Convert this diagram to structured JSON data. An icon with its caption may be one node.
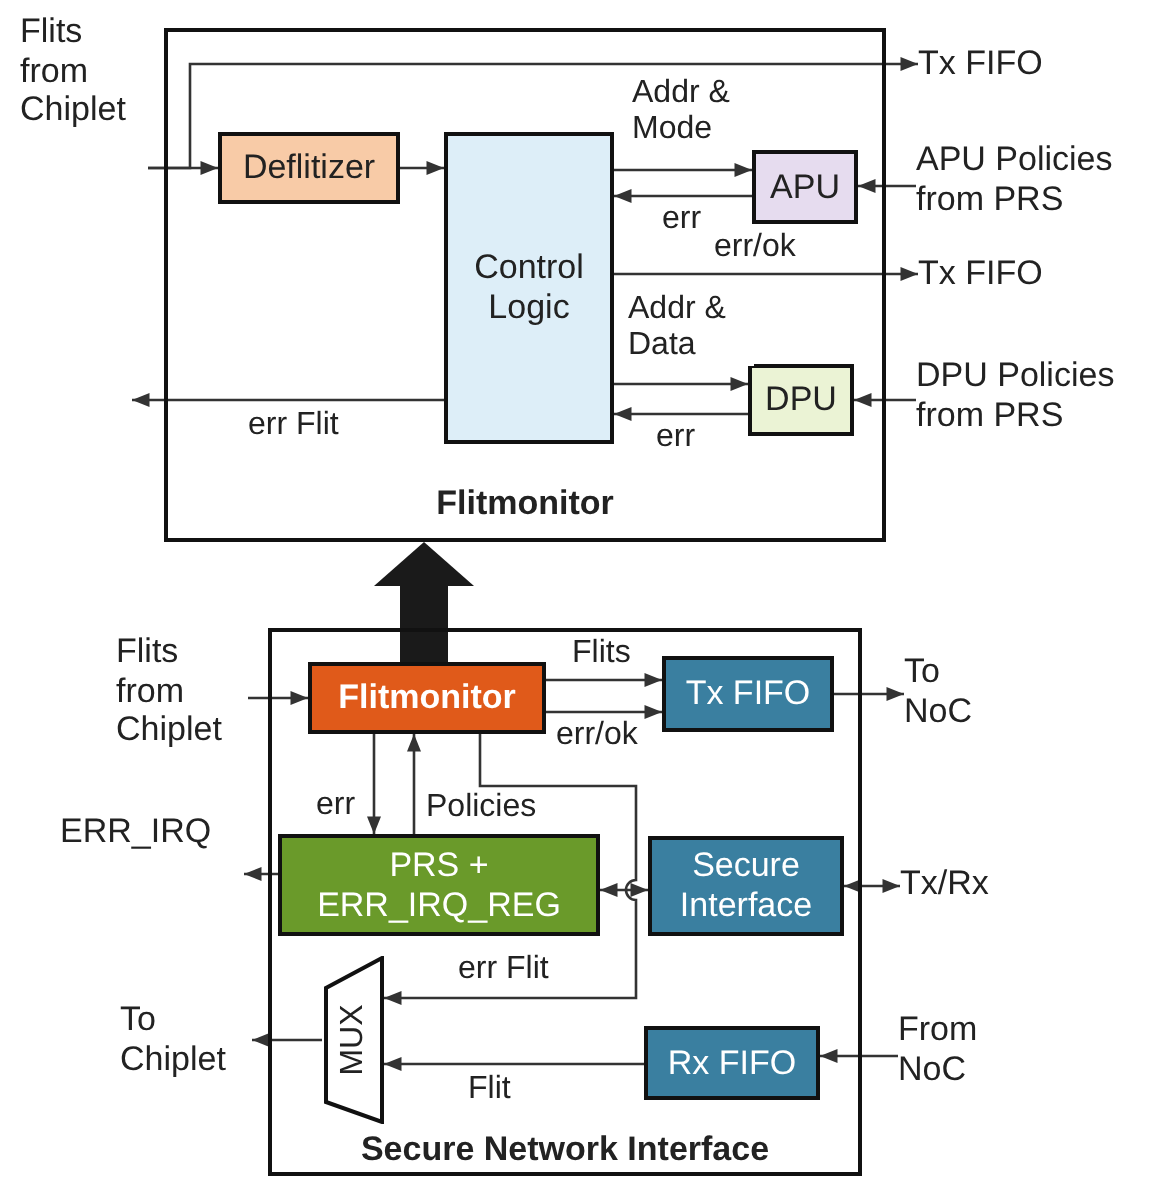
{
  "diagram": {
    "nodes": [
      {
        "text": [
          "Flitmonitor"
        ]
      },
      {
        "text": [
          "Flits from Chiplet"
        ]
      },
      {
        "text": [
          "Deflitizer"
        ],
        "in": 0
      },
      {
        "text": [
          "Control Logic"
        ],
        "in": 0
      },
      {
        "text": [
          "APU"
        ],
        "in": 0
      },
      {
        "text": [
          "DPU"
        ],
        "in": 0
      },
      {
        "text": [
          "Tx FIFO"
        ]
      },
      {
        "text": [
          "Tx FIFO"
        ]
      },
      {
        "text": [
          "APU Policies from PRS"
        ]
      },
      {
        "text": [
          "DPU Policies from PRS"
        ]
      },
      {
        "text": [
          "Secure Network Interface"
        ]
      },
      {
        "text": [
          "Flits from Chiplet"
        ]
      },
      {
        "text": [
          "Flitmonitor"
        ],
        "in": 10
      },
      {
        "text": [
          "Tx FIFO"
        ],
        "in": 10
      },
      {
        "text": [
          "To NoC"
        ]
      },
      {
        "text": [
          "PRS + ERR_IRQ_REG"
        ],
        "in": 10
      },
      {
        "text": [
          "ERR_IRQ"
        ]
      },
      {
        "text": [
          "Secure Interface"
        ],
        "in": 10
      },
      {
        "text": [
          "Tx/Rx"
        ]
      },
      {
        "text": [
          "MUX"
        ],
        "in": 10
      },
      {
        "text": [
          "To Chiplet"
        ]
      },
      {
        "text": [
          "Rx FIFO"
        ],
        "in": 10
      },
      {
        "text": [
          "From NoC"
        ]
      }
    ],
    "edges": [
      {
        "from": 1,
        "to": 2,
        "arrow": "to"
      },
      {
        "from": 1,
        "to": 6,
        "arrow": "to"
      },
      {
        "from": 2,
        "to": 3,
        "arrow": "to"
      },
      {
        "from": 3,
        "to": 4,
        "arrow": "to",
        "label": "Addr & Mode"
      },
      {
        "from": 4,
        "to": 3,
        "arrow": "to",
        "label": "err"
      },
      {
        "from": 3,
        "to": 7,
        "arrow": "to",
        "label": "err/ok"
      },
      {
        "from": 3,
        "to": 5,
        "arrow": "to",
        "label": "Addr & Data"
      },
      {
        "from": 5,
        "to": 3,
        "arrow": "to",
        "label": "err"
      },
      {
        "from": 8,
        "to": 4,
        "arrow": "to"
      },
      {
        "from": 9,
        "to": 5,
        "arrow": "to"
      },
      {
        "from": 3,
        "to": null,
        "arrow": "to",
        "label": "err Flit"
      },
      {
        "from": 12,
        "to": 0,
        "arrow": "to",
        "style": "thick",
        "color": "#1a1a1a"
      },
      {
        "from": 11,
        "to": 12,
        "arrow": "to"
      },
      {
        "from": 12,
        "to": 13,
        "arrow": "to",
        "label": "Flits"
      },
      {
        "from": 12,
        "to": 13,
        "arrow": "to",
        "label": "err/ok"
      },
      {
        "from": 13,
        "to": 14,
        "arrow": "to"
      },
      {
        "from": 12,
        "to": 15,
        "arrow": "to",
        "label": "err"
      },
      {
        "from": 15,
        "to": 12,
        "arrow": "to",
        "label": "Policies"
      },
      {
        "from": 15,
        "to": 16,
        "arrow": "to"
      },
      {
        "from": 15,
        "to": 17,
        "arrow": "both"
      },
      {
        "from": 17,
        "to": 18,
        "arrow": "both"
      },
      {
        "from": 12,
        "to": 19,
        "arrow": "to",
        "label": "err Flit"
      },
      {
        "from": 21,
        "to": 19,
        "arrow": "to",
        "label": "Flit"
      },
      {
        "from": 19,
        "to": 20,
        "arrow": "to"
      },
      {
        "from": 22,
        "to": 21,
        "arrow": "to"
      }
    ]
  }
}
